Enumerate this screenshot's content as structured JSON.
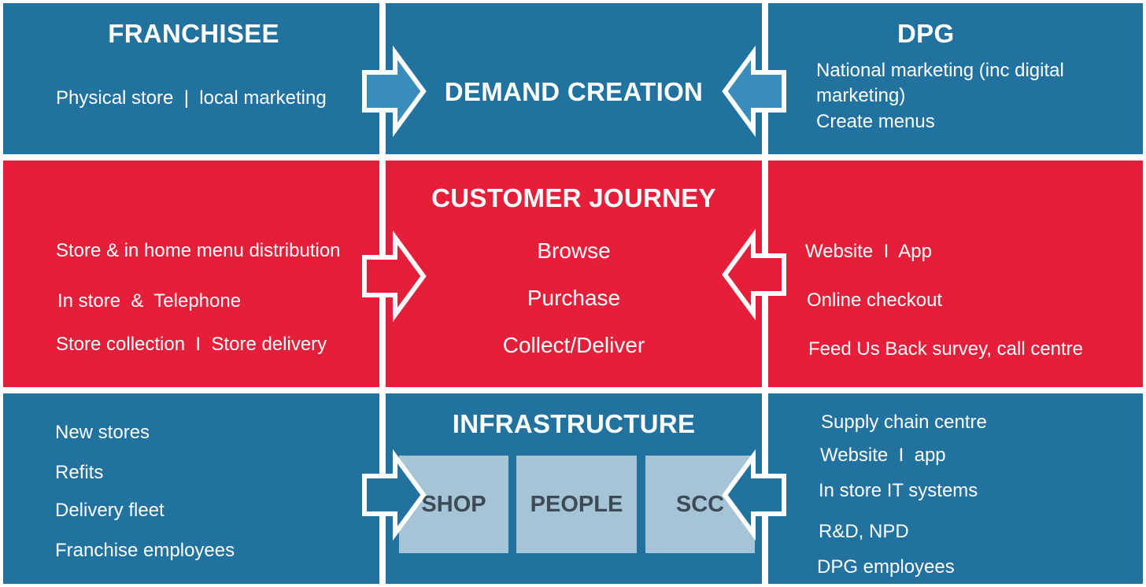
{
  "colors": {
    "blue": "#2272a0",
    "red": "#e51f39",
    "tile": "#a5c4d6",
    "tile_text": "#3e4a55",
    "separator": "#ffffff"
  },
  "franchisee": {
    "title": "FRANCHISEE",
    "demand": {
      "text": "Physical store  |  local marketing"
    },
    "journey": [
      "Store & in home menu distribution",
      "In store  &  Telephone",
      "Store collection  I  Store delivery"
    ],
    "infrastructure": [
      "New stores",
      "Refits",
      "Delivery fleet",
      "Franchise employees"
    ]
  },
  "center": {
    "demand": {
      "title": "DEMAND CREATION"
    },
    "journey": {
      "title": "CUSTOMER JOURNEY",
      "steps": [
        "Browse",
        "Purchase",
        "Collect/Deliver"
      ]
    },
    "infrastructure": {
      "title": "INFRASTRUCTURE",
      "boxes": [
        "SHOP",
        "PEOPLE",
        "SCC"
      ]
    }
  },
  "dpg": {
    "title": "DPG",
    "demand": [
      "National marketing (inc digital",
      "marketing)",
      "Create menus"
    ],
    "journey": [
      "Website  I  App",
      "Online checkout",
      "Feed Us Back survey, call centre"
    ],
    "infrastructure": [
      "Supply chain centre",
      "Website  I  app",
      "In store IT systems",
      "R&D, NPD",
      "DPG employees"
    ]
  },
  "arrows": {
    "row1": {
      "left": "right-arrow-icon",
      "right": "left-arrow-icon",
      "fill": "#3a8cba"
    },
    "row2": {
      "left": "right-arrow-icon",
      "right": "left-arrow-icon",
      "fill": "#e51f39"
    },
    "row3": {
      "left": "right-arrow-icon",
      "right": "left-arrow-icon",
      "fill": "#2272a0"
    }
  }
}
